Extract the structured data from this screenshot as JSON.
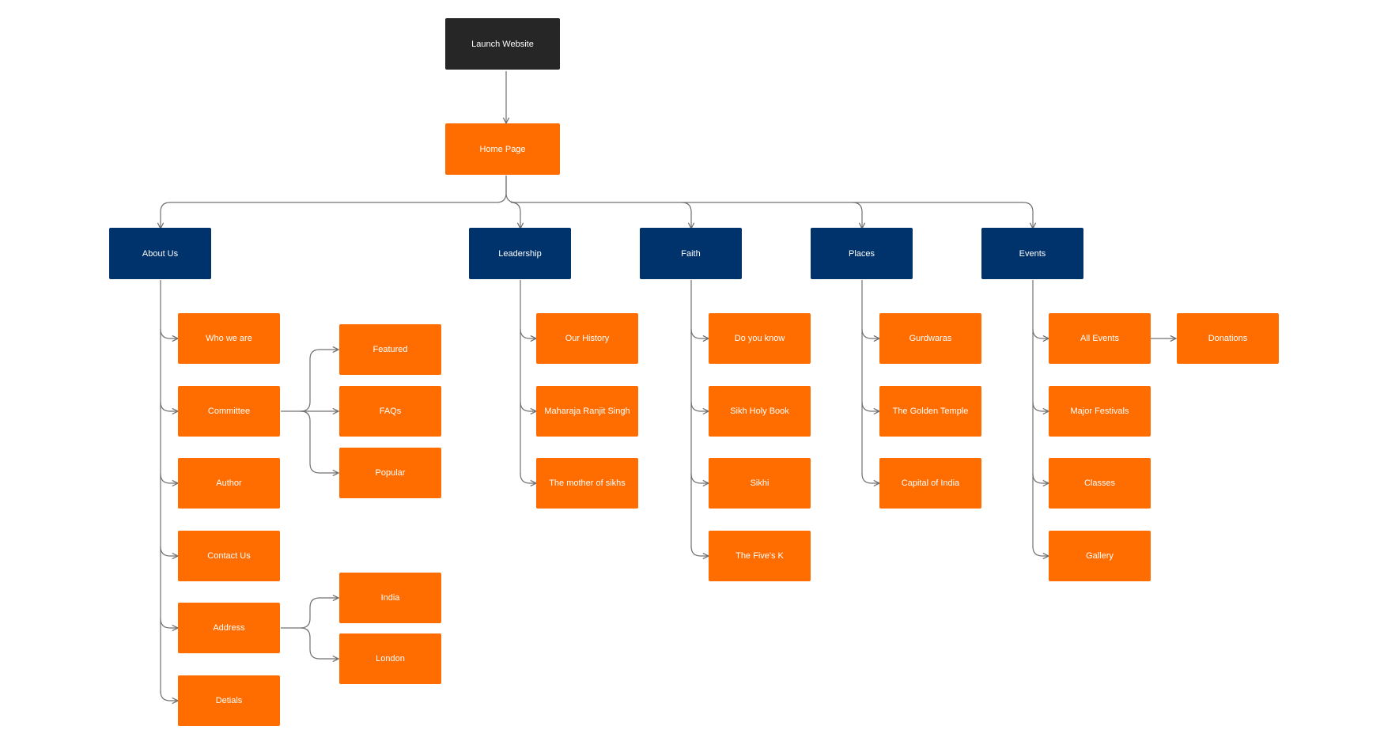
{
  "colors": {
    "root": "#262626",
    "page": "#ff6d00",
    "category": "#00326b",
    "connector": "#707070"
  },
  "nodes": {
    "launch": "Launch Website",
    "home": "Home Page",
    "about": "About Us",
    "leadership": "Leadership",
    "faith": "Faith",
    "places": "Places",
    "events": "Events",
    "who_we_are": "Who we are",
    "committee": "Committee",
    "author": "Author",
    "contact_us": "Contact Us",
    "address": "Address",
    "detials": "Detials",
    "featured": "Featured",
    "faqs": "FAQs",
    "popular": "Popular",
    "india": "India",
    "london": "London",
    "our_history": "Our History",
    "maharaja": "Maharaja Ranjit Singh",
    "mother": "The mother of sikhs",
    "do_you_know": "Do you know",
    "holy_book": "Sikh Holy Book",
    "sikhi": "Sikhi",
    "fives_k": "The Five's K",
    "gurdwaras": "Gurdwaras",
    "golden_temple": "The Golden Temple",
    "capital": "Capital of India",
    "all_events": "All Events",
    "donations": "Donations",
    "major_festivals": "Major Festivals",
    "classes": "Classes",
    "gallery": "Gallery"
  }
}
